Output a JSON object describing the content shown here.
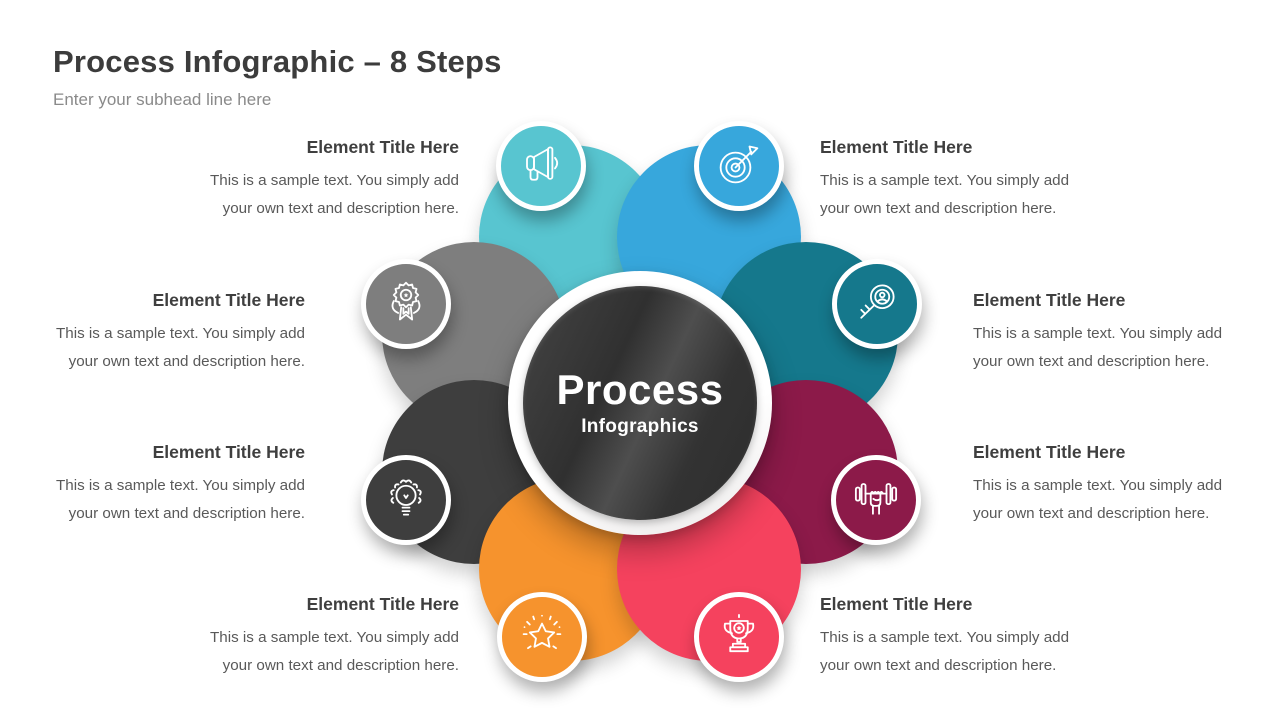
{
  "header": {
    "title": "Process Infographic – 8 Steps",
    "subtitle": "Enter your subhead line here"
  },
  "center": {
    "title": "Process",
    "subtitle": "Infographics"
  },
  "steps": [
    {
      "id": 1,
      "position": "top-left",
      "icon": "megaphone-icon",
      "color": "#58C5D0",
      "title": "Element Title Here",
      "description_lines": [
        "This is a sample text. You simply add",
        "your own text and description here."
      ]
    },
    {
      "id": 2,
      "position": "top-right",
      "icon": "target-icon",
      "color": "#37A7DC",
      "title": "Element Title Here",
      "description_lines": [
        "This is a sample text. You simply add",
        "your own text and description here."
      ]
    },
    {
      "id": 3,
      "position": "right-upper",
      "icon": "key-icon",
      "color": "#15788C",
      "title": "Element Title Here",
      "description_lines": [
        "This is a sample text. You simply add",
        "your own text and description here."
      ]
    },
    {
      "id": 4,
      "position": "right-lower",
      "icon": "dumbbell-icon",
      "color": "#8C1A49",
      "title": "Element Title Here",
      "description_lines": [
        "This is a sample text. You simply add",
        "your own text and description here."
      ]
    },
    {
      "id": 5,
      "position": "bottom-right",
      "icon": "trophy-icon",
      "color": "#F5425E",
      "title": "Element Title Here",
      "description_lines": [
        "This is a sample text. You simply add",
        "your own text and description here."
      ]
    },
    {
      "id": 6,
      "position": "bottom-left",
      "icon": "star-icon",
      "color": "#F6932D",
      "title": "Element Title Here",
      "description_lines": [
        "This is a sample text. You simply add",
        "your own text and description here."
      ]
    },
    {
      "id": 7,
      "position": "left-lower",
      "icon": "idea-bulb-icon",
      "color": "#3E3E3E",
      "title": "Element Title Here",
      "description_lines": [
        "This is a sample text. You simply add",
        "your own text and description here."
      ]
    },
    {
      "id": 8,
      "position": "left-upper",
      "icon": "award-badge-icon",
      "color": "#7E7E7E",
      "title": "Element Title Here",
      "description_lines": [
        "This is a sample text. You simply add",
        "your own text and description here."
      ]
    }
  ]
}
